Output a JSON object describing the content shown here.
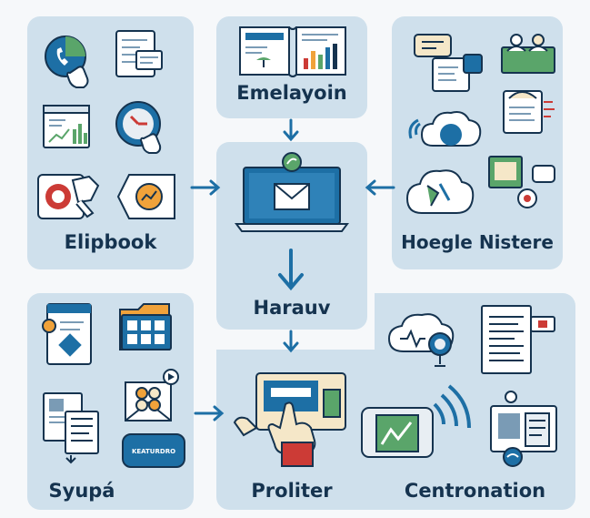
{
  "panels": {
    "top_left": {
      "label": "Elipbook"
    },
    "top_center": {
      "label": "Emelayoin"
    },
    "top_right": {
      "label": "Hoegle Nistere"
    },
    "center": {
      "label": "Harauv"
    },
    "bottom_left": {
      "label": "Syupá",
      "badge": "KEATURDRO"
    },
    "bottom_center": {
      "label": "Proliter"
    },
    "bottom_right": {
      "label": "Centronation"
    }
  },
  "icons": [
    "phone-touch-icon",
    "document-icon",
    "dashboard-icon",
    "clock-touch-icon",
    "browser-hand-icon",
    "tag-chart-icon",
    "open-book-chart-icon",
    "chat-window-icon",
    "people-board-icon",
    "cloud-head-icon",
    "document-sign-icon",
    "cloud-brain-icon",
    "slides-chat-icon",
    "laptop-envelope-icon",
    "web-page-icon",
    "folder-grid-icon",
    "newspaper-icon",
    "puzzle-envelope-icon",
    "badge-icon",
    "cloud-monitor-icon",
    "report-icon",
    "touch-screen-icon",
    "wireless-chart-icon",
    "device-network-icon"
  ],
  "colors": {
    "panel": "#cfe0ec",
    "text": "#15334f",
    "arrow": "#1d6fa5",
    "accent_orange": "#f0a23a",
    "accent_green": "#5aa56a",
    "accent_red": "#cc3b36"
  }
}
